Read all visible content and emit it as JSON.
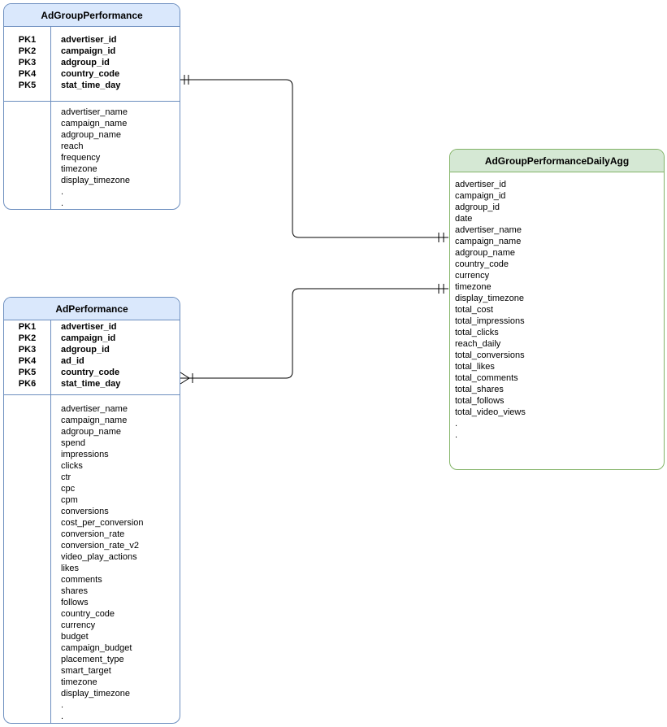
{
  "diagram": {
    "type": "entity-relationship",
    "colors": {
      "blue_fill": "#dae8fc",
      "blue_border": "#6c8ebf",
      "green_fill": "#d5e8d4",
      "green_border": "#82b366",
      "line": "#000000",
      "background": "#ffffff"
    },
    "tables": [
      {
        "title": "AdGroupPerformance",
        "theme": "blue",
        "primary_keys": [
          {
            "key": "PK1",
            "field": "advertiser_id"
          },
          {
            "key": "PK2",
            "field": "campaign_id"
          },
          {
            "key": "PK3",
            "field": "adgroup_id"
          },
          {
            "key": "PK4",
            "field": "country_code"
          },
          {
            "key": "PK5",
            "field": "stat_time_day"
          }
        ],
        "fields": [
          "advertiser_name",
          "campaign_name",
          "adgroup_name",
          "reach",
          "frequency",
          "timezone",
          "display_timezone",
          ".",
          "."
        ]
      },
      {
        "title": "AdPerformance",
        "theme": "blue",
        "primary_keys": [
          {
            "key": "PK1",
            "field": "advertiser_id"
          },
          {
            "key": "PK2",
            "field": "campaign_id"
          },
          {
            "key": "PK3",
            "field": "adgroup_id"
          },
          {
            "key": "PK4",
            "field": "ad_id"
          },
          {
            "key": "PK5",
            "field": "country_code"
          },
          {
            "key": "PK6",
            "field": "stat_time_day"
          }
        ],
        "fields": [
          "advertiser_name",
          "campaign_name",
          "adgroup_name",
          "spend",
          "impressions",
          "clicks",
          "ctr",
          "cpc",
          "cpm",
          "conversions",
          "cost_per_conversion",
          "conversion_rate",
          "conversion_rate_v2",
          "video_play_actions",
          "likes",
          "comments",
          "shares",
          "follows",
          "country_code",
          "currency",
          "budget",
          "campaign_budget",
          "placement_type",
          "smart_target",
          "timezone",
          "display_timezone",
          ".",
          "."
        ]
      },
      {
        "title": "AdGroupPerformanceDailyAgg",
        "theme": "green",
        "primary_keys": [],
        "fields": [
          "advertiser_id",
          "campaign_id",
          "adgroup_id",
          "date",
          "advertiser_name",
          "campaign_name",
          "adgroup_name",
          "country_code",
          "currency",
          "timezone",
          "display_timezone",
          "total_cost",
          "total_impressions",
          "total_clicks",
          "reach_daily",
          "total_conversions",
          "total_likes",
          "total_comments",
          "total_shares",
          "total_follows",
          "total_video_views",
          ".",
          "."
        ]
      }
    ],
    "relationships": [
      {
        "from": "AdGroupPerformance",
        "to": "AdGroupPerformanceDailyAgg",
        "from_cardinality": "exactly-one",
        "to_cardinality": "exactly-one"
      },
      {
        "from": "AdPerformance",
        "to": "AdGroupPerformanceDailyAgg",
        "from_cardinality": "many",
        "to_cardinality": "exactly-one"
      }
    ]
  }
}
